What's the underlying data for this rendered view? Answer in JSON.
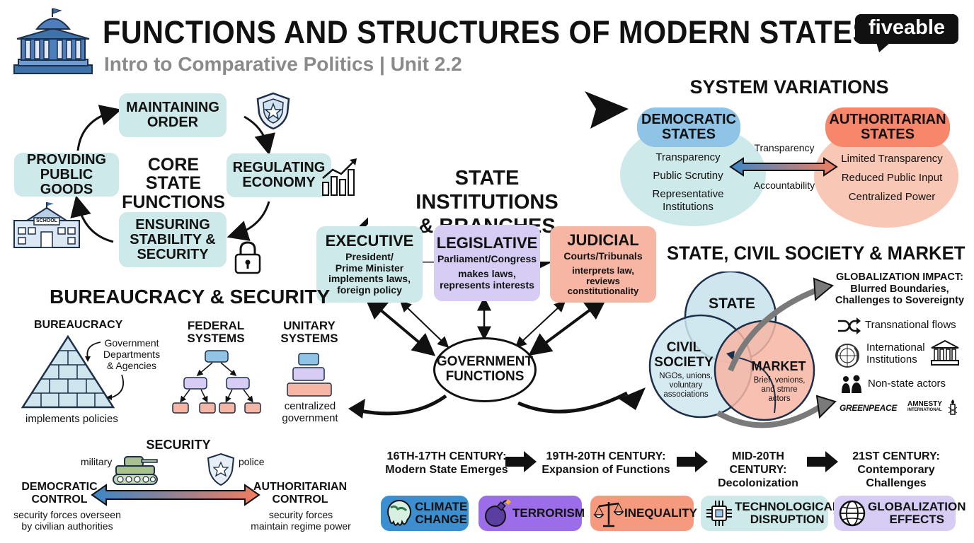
{
  "header": {
    "title": "FUNCTIONS AND STRUCTURES OF MODERN STATES",
    "subtitle": "Intro to Comparative Politics | Unit 2.2",
    "brand": "fiveable"
  },
  "core_functions": {
    "title_line1": "CORE STATE",
    "title_line2": "FUNCTIONS",
    "maintaining_order_1": "MAINTAINING",
    "maintaining_order_2": "ORDER",
    "regulating_1": "REGULATING",
    "regulating_2": "ECONOMY",
    "stability_1": "ENSURING",
    "stability_2": "STABILITY &",
    "stability_3": "SECURITY",
    "public_goods_1": "PROVIDING",
    "public_goods_2": "PUBLIC GOODS",
    "school_sign": "SCHOOL"
  },
  "institutions": {
    "title_line1": "STATE INSTITUTIONS",
    "title_line2": "& BRANCHES",
    "executive": {
      "name": "EXECUTIVE",
      "l1": "President/",
      "l2": "Prime Minister",
      "l3": "implements laws,",
      "l4": "foreign policy"
    },
    "legislative": {
      "name": "LEGISLATIVE",
      "l1": "Parliament/Congress",
      "l2": "makes laws,",
      "l3": "represents interests"
    },
    "judicial": {
      "name": "JUDICIAL",
      "l1": "Courts/Tribunals",
      "l2": "interprets law,",
      "l3": "reviews constitutionality"
    },
    "gov_functions_1": "GOVERNMENT",
    "gov_functions_2": "FUNCTIONS"
  },
  "variations": {
    "title": "SYSTEM VARIATIONS",
    "democratic_1": "DEMOCRATIC",
    "democratic_2": "STATES",
    "dem_items": [
      "Transparency",
      "Public Scrutiny",
      "Representative",
      "Institutions"
    ],
    "authoritarian_1": "AUTHORITARIAN",
    "authoritarian_2": "STATES",
    "auth_items": [
      "Limited Transparency",
      "Reduced Public Input",
      "Centralized Power"
    ],
    "axis_top": "Transparency",
    "axis_bottom": "Accountability"
  },
  "bureaucracy": {
    "title": "BUREAUCRACY & SECURITY",
    "bureaucracy_label": "BUREAUCRACY",
    "dept_1": "Government",
    "dept_2": "Departments",
    "dept_3": "& Agencies",
    "implements": "implements policies",
    "federal_1": "FEDERAL",
    "federal_2": "SYSTEMS",
    "unitary_1": "UNITARY",
    "unitary_2": "SYSTEMS",
    "centralized_1": "centralized",
    "centralized_2": "government",
    "security": "SECURITY",
    "military": "military",
    "police": "police",
    "democratic_control_1": "DEMOCRATIC",
    "democratic_control_2": "CONTROL",
    "democratic_desc_1": "security forces overseen",
    "democratic_desc_2": "by civilian authorities",
    "authoritarian_control_1": "AUTHORITARIAN",
    "authoritarian_control_2": "CONTROL",
    "authoritarian_desc_1": "security forces",
    "authoritarian_desc_2": "maintain regime power"
  },
  "civil_society": {
    "title": "STATE, CIVIL SOCIETY & MARKET",
    "state": "STATE",
    "civil_1": "CIVIL",
    "civil_2": "SOCIETY",
    "civil_desc": [
      "NGOs, unions,",
      "voluntary",
      "associations"
    ],
    "market": "MARKET",
    "market_desc": [
      "Brief, venions,",
      "and stmre",
      "actors"
    ],
    "globalization_title": "GLOBALIZATION IMPACT:",
    "globalization_1": "Blurred Boundaries,",
    "globalization_2": "Challenges to Sovereignty",
    "transnational": "Transnational flows",
    "intl_1": "International",
    "intl_2": "Institutions",
    "nonstate": "Non-state actors",
    "greenpeace": "GREENPEACE",
    "amnesty_1": "AMNESTY",
    "amnesty_2": "INTERNATIONAL"
  },
  "timeline": [
    {
      "period": "16TH-17TH CENTURY:",
      "desc": "Modern State Emerges"
    },
    {
      "period": "19TH-20TH CENTURY:",
      "desc": "Expansion of Functions"
    },
    {
      "period": "MID-20TH CENTURY:",
      "desc": "Decolonization"
    },
    {
      "period": "21ST CENTURY:",
      "desc": "Contemporary Challenges"
    }
  ],
  "challenges": [
    {
      "l1": "CLIMATE",
      "l2": "CHANGE",
      "icon": "globe-melting-icon",
      "color": "#3b8fd1"
    },
    {
      "l1": "TERRORISM",
      "l2": "",
      "icon": "bomb-icon",
      "color": "#9b6de8"
    },
    {
      "l1": "INEQUALITY",
      "l2": "",
      "icon": "scale-icon",
      "color": "#f59a7f"
    },
    {
      "l1": "TECHNOLOGICAL",
      "l2": "DISRUPTION",
      "icon": "chip-icon",
      "color": "#cde9ea"
    },
    {
      "l1": "GLOBALIZATION",
      "l2": "EFFECTS",
      "icon": "globe-icon",
      "color": "#d6ccf4"
    }
  ]
}
